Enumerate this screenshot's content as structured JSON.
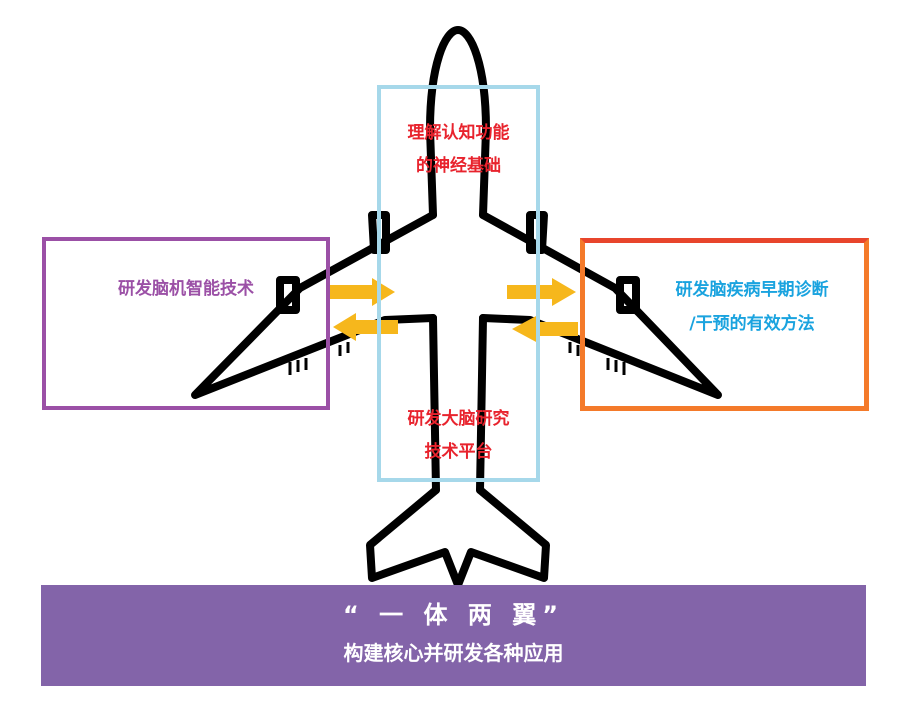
{
  "colors": {
    "left_box": "#9b50a6",
    "right_box": "#f47a2a",
    "center_box": "#a6d8ea",
    "arrow": "#f6b71c",
    "banner": "#8364a9",
    "red_text": "#e8232d",
    "blue_text": "#1aa3df"
  },
  "labels": {
    "top_line1": "理解认知功能",
    "top_line2": "的神经基础",
    "bottom_line1": "研发大脑研究",
    "bottom_line2": "技术平台",
    "left": "研发脑机智能技术",
    "right_line1": "研发脑疾病早期诊断",
    "right_line2": "/干预的有效方法"
  },
  "banner": {
    "title": "“ 一 体 两 翼”",
    "subtitle": "构建核心并研发各种应用"
  }
}
